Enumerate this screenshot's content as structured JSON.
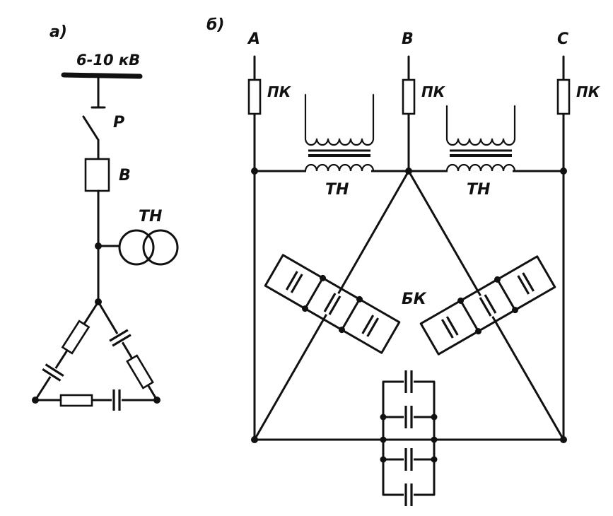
{
  "diagram": {
    "panel_a": {
      "label": "а)",
      "bus_label": "6-10 кВ",
      "disconnector_label": "Р",
      "breaker_label": "В",
      "transformer_label": "ТН"
    },
    "panel_b": {
      "label": "б)",
      "phases": [
        "А",
        "В",
        "С"
      ],
      "fuse_labels": [
        "ПК",
        "ПК",
        "ПК"
      ],
      "transformer_labels": [
        "ТН",
        "ТН"
      ],
      "capacitor_bank_label": "БК"
    }
  },
  "colors": {
    "ink": "#111111",
    "paper": "#ffffff"
  }
}
